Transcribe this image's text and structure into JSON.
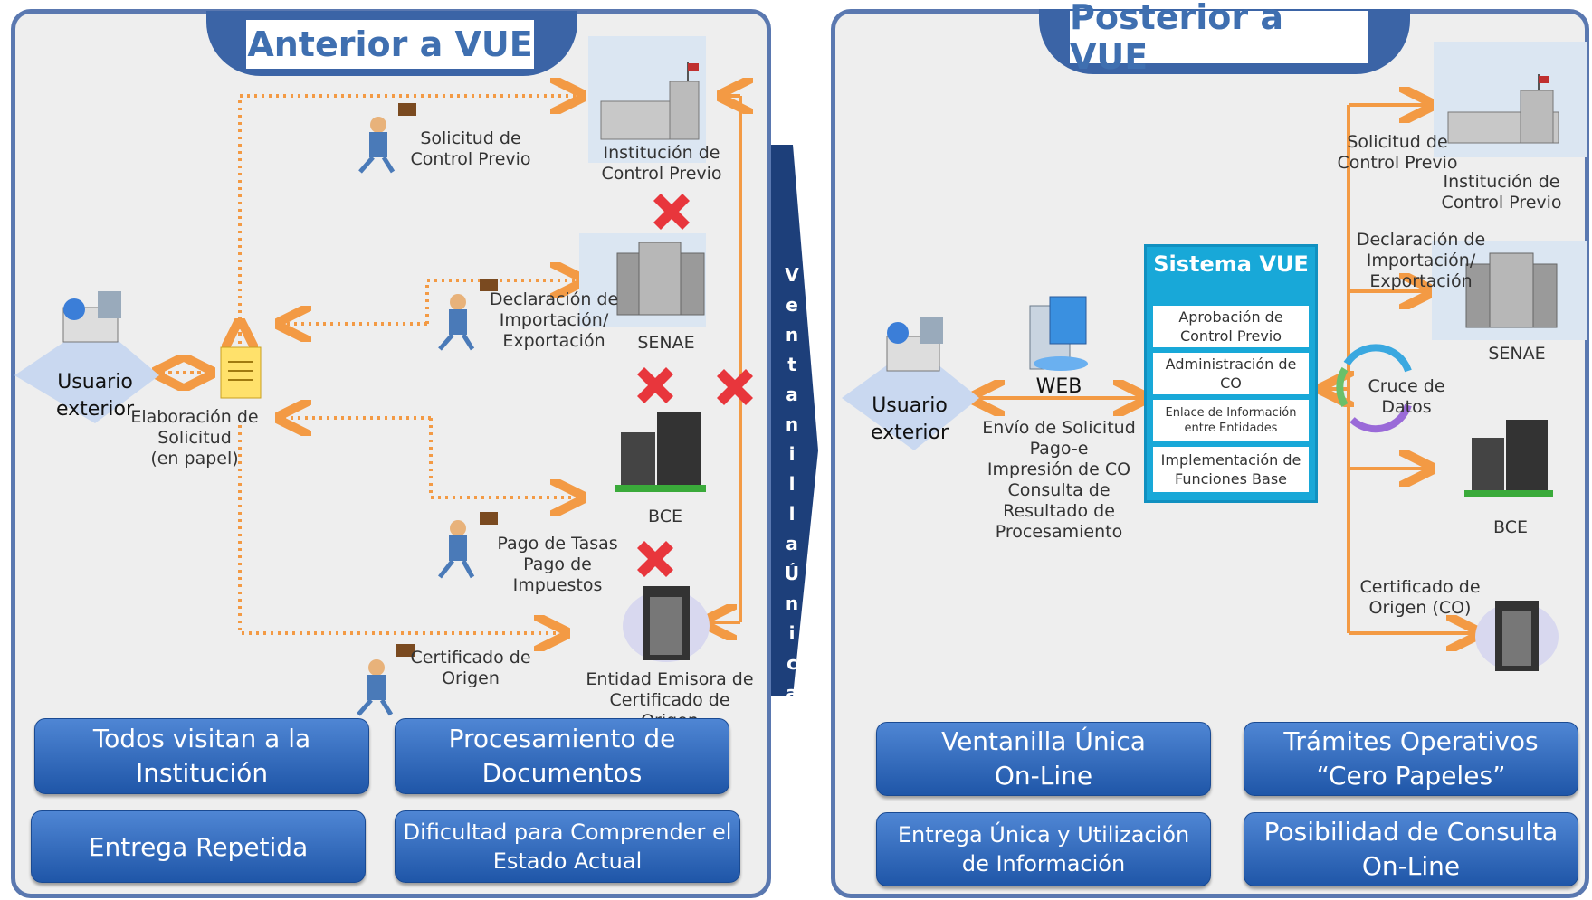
{
  "left": {
    "title": "Anterior a VUE",
    "user_label": "Usuario\nexterior",
    "paper_label": "Elaboración de\nSolicitud\n(en papel)",
    "step_control": "Solicitud de\nControl Previo",
    "inst_control": "Institución de\nControl Previo",
    "step_declaracion": "Declaración de\nImportación/\nExportación",
    "senae": "SENAE",
    "bce": "BCE",
    "step_pago": "Pago de Tasas\nPago de Impuestos",
    "step_cert": "Certificado de\nOrigen",
    "entidad_cert": "Entidad Emisora de\nCertificado de Origen",
    "buttons": [
      "Todos visitan a la\nInstitución",
      "Procesamiento de\nDocumentos",
      "Entrega Repetida",
      "Dificultad para Comprender el\nEstado Actual"
    ]
  },
  "middle": {
    "strip_letters": [
      "V",
      "e",
      "n",
      "t",
      "a",
      "n",
      "i",
      "l",
      "l",
      "a",
      "Ú",
      "n",
      "i",
      "c",
      "a"
    ]
  },
  "right": {
    "title": "Posterior a VUE",
    "user_label": "Usuario\nexterior",
    "web_label": "WEB",
    "web_services": "Envío de Solicitud\nPago-e\nImpresión de CO\nConsulta de\nResultado de\nProcesamiento",
    "vue_title": "Sistema VUE",
    "vue_items": [
      "Aprobación de\nControl Previo",
      "Administración de\nCO",
      "Enlace de Información\nentre Entidades",
      "Implementación de\nFunciones Base"
    ],
    "cruce": "Cruce de\nDatos",
    "step_control": "Solicitud de\nControl Previo",
    "inst_control": "Institución de\nControl Previo",
    "step_declaracion": "Declaración de\nImportación/\nExportación",
    "senae": "SENAE",
    "bce": "BCE",
    "step_cert": "Certificado de\nOrigen (CO)",
    "buttons": [
      "Ventanilla Única\nOn-Line",
      "Trámites Operativos\n“Cero Papeles”",
      "Entrega Única y Utilización\nde Información",
      "Posibilidad de Consulta\nOn-Line"
    ]
  },
  "colors": {
    "arrow": "#f39a44",
    "panel_border": "#5a78b0",
    "button": "#2a62b4",
    "vue": "#18a8d8",
    "cross": "#e8363c"
  }
}
